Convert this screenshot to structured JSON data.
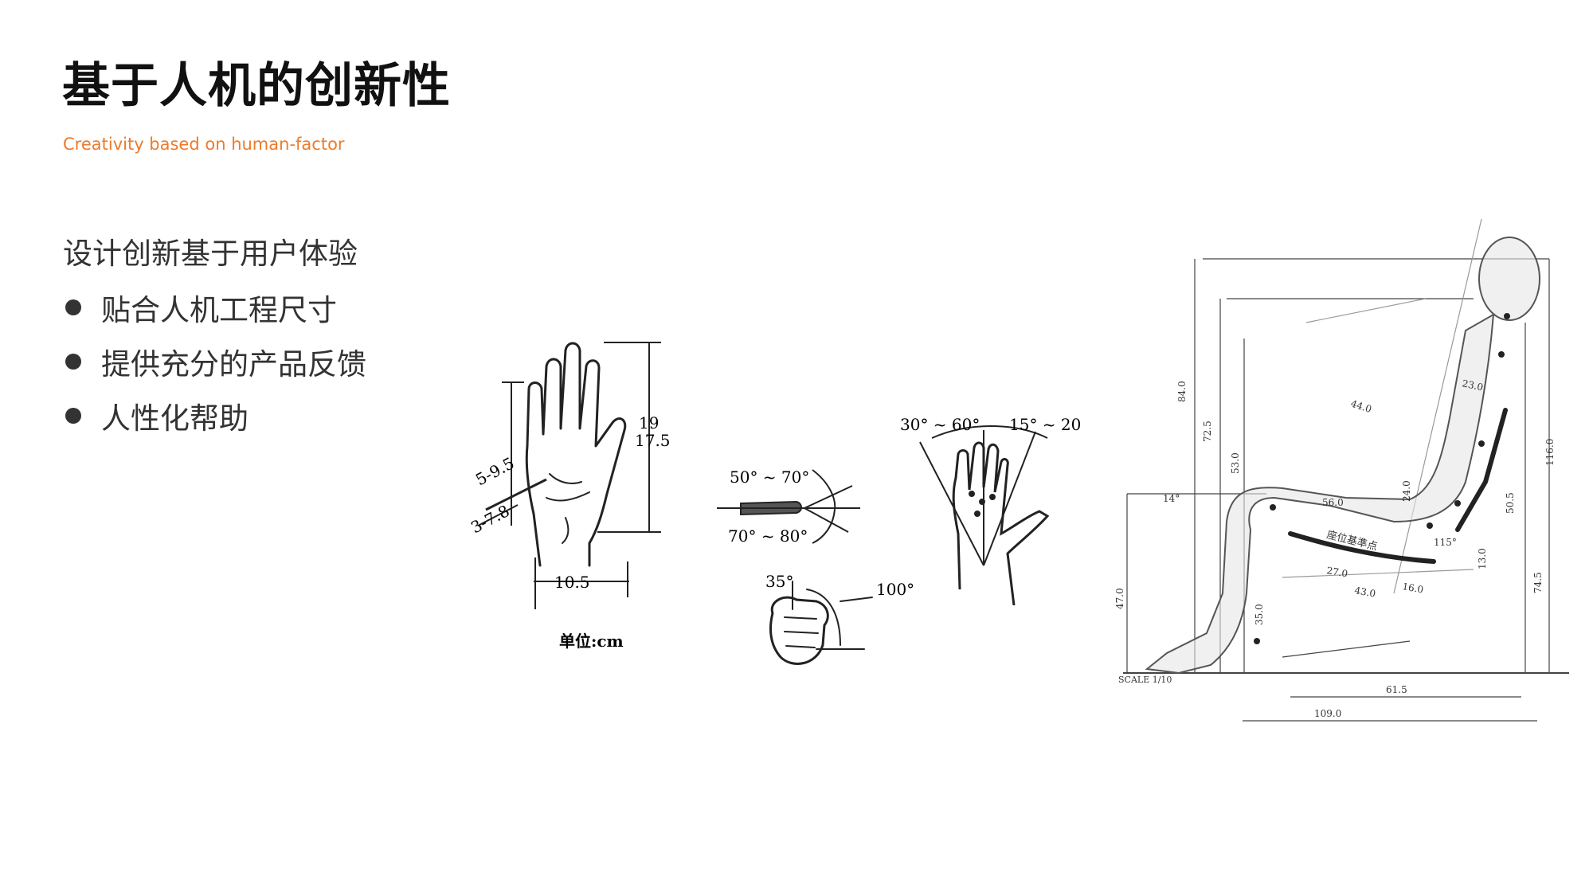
{
  "slide": {
    "title": "基于人机的创新性",
    "subtitle": "Creativity based on human-factor",
    "intro": "设计创新基于用户体验",
    "bullets": [
      {
        "label": "贴合人机工程尺寸"
      },
      {
        "label": "提供充分的产品反馈"
      },
      {
        "label": "人性化帮助"
      }
    ]
  },
  "hand_figure": {
    "length_1": "19",
    "length_2": "17.5",
    "width": "10.5",
    "diag_1": "5-9.5",
    "diag_2": "3-7.8",
    "unit": "单位:cm"
  },
  "wrist_figure": {
    "angle_up": "50° ~ 70°",
    "angle_down": "70° ~ 80°"
  },
  "fist_figure": {
    "angle_1": "35°",
    "angle_2": "100°"
  },
  "deviation_figure": {
    "angle_left": "30° ~ 60°",
    "angle_right": "15° ~ 20"
  },
  "seat_figure": {
    "dims": [
      "84.0",
      "72.5",
      "53.0",
      "44.0",
      "56.0",
      "24.0",
      "23.0",
      "116.0",
      "50.5",
      "74.5",
      "13.0",
      "27.0",
      "16.0",
      "43.0",
      "47.0",
      "35.0",
      "61.5",
      "109.0"
    ],
    "scale": "SCALE 1/10",
    "seat_ref": "座位基準点",
    "angle_14": "14°",
    "angle_115": "115°"
  }
}
